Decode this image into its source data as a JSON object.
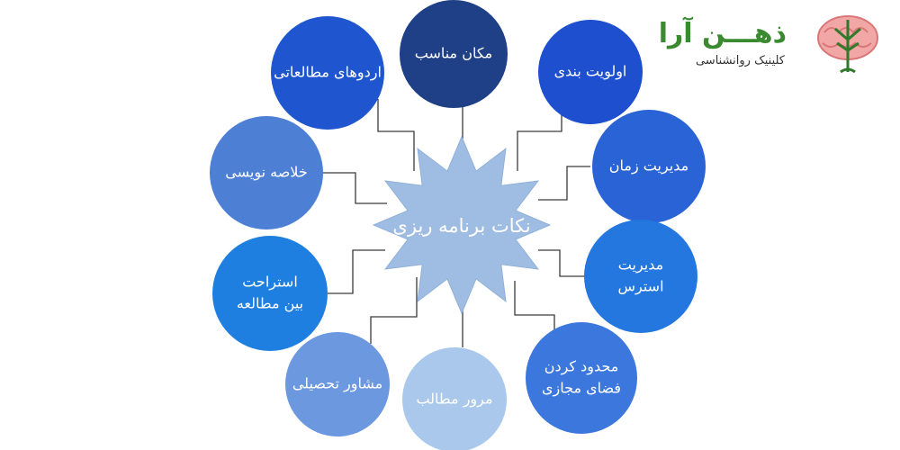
{
  "center": {
    "label": "نکات برنامه ریزی"
  },
  "nodes": [
    {
      "id": "makan",
      "lines": [
        "مکان مناسب"
      ],
      "color": "#1f3f86"
    },
    {
      "id": "olaviat",
      "lines": [
        "اولویت بندی"
      ],
      "color": "#1e4fcf"
    },
    {
      "id": "zaman",
      "lines": [
        "مدیریت زمان"
      ],
      "color": "#2a63d6"
    },
    {
      "id": "esteres",
      "lines": [
        "مدیریت",
        "استرس"
      ],
      "color": "#2377de"
    },
    {
      "id": "mahdood",
      "lines": [
        "محدود کردن",
        "فضای مجازی"
      ],
      "color": "#3b77dd"
    },
    {
      "id": "moror",
      "lines": [
        "مرور مطالب"
      ],
      "color": "#a9c8eb"
    },
    {
      "id": "moshaver",
      "lines": [
        "مشاور تحصیلی"
      ],
      "color": "#6c98e0"
    },
    {
      "id": "esterahat",
      "lines": [
        "استراحت",
        "بین مطالعه"
      ],
      "color": "#1f7fe0"
    },
    {
      "id": "kholase",
      "lines": [
        "خلاصه نویسی"
      ],
      "color": "#4d7fd5"
    },
    {
      "id": "ordoo",
      "lines": [
        "اردوهای مطالعاتی"
      ],
      "color": "#1f56cf"
    }
  ],
  "brand": {
    "name": "ذهـــن آرا",
    "subtitle": "کلینیک روانشناسی",
    "logo_icon": "brain-tree-icon"
  }
}
